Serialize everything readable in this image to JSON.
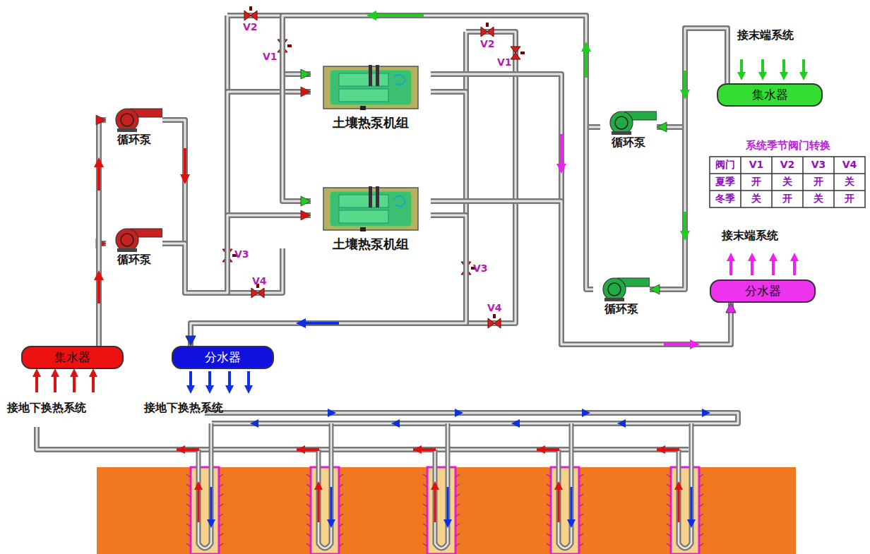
{
  "diagram": {
    "nodes": [
      {
        "text": [
          "土壤热泵机组"
        ]
      },
      {
        "text": [
          "集水器"
        ]
      },
      {
        "text": [
          "循环泵"
        ]
      },
      {
        "text": [
          "循环泵"
        ]
      },
      {
        "text": [
          "土壤热泵机组"
        ]
      },
      {
        "text": [
          "循环泵"
        ]
      },
      {
        "text": [
          "分水器"
        ]
      },
      {
        "text": [
          "循环泵"
        ]
      },
      {
        "text": [
          "集水器"
        ]
      },
      {
        "text": [
          "分水器"
        ]
      }
    ],
    "edges": [
      {
        "from": 8,
        "to": 5,
        "arrow": "to"
      },
      {
        "from": 8,
        "to": 2,
        "arrow": "to"
      },
      {
        "from": 2,
        "to": 0,
        "arrow": "to"
      },
      {
        "from": 5,
        "to": 4,
        "arrow": "to"
      },
      {
        "from": 0,
        "to": 9,
        "arrow": "to"
      },
      {
        "from": 4,
        "to": 9,
        "arrow": "to"
      },
      {
        "from": 1,
        "to": 3,
        "arrow": "to"
      },
      {
        "from": 1,
        "to": 7,
        "arrow": "to"
      },
      {
        "from": 3,
        "to": 0,
        "arrow": "to"
      },
      {
        "from": 7,
        "to": 4,
        "arrow": "to"
      },
      {
        "from": 0,
        "to": 6,
        "arrow": "to"
      },
      {
        "from": 4,
        "to": 6,
        "arrow": "to"
      }
    ],
    "labels": [
      "V2",
      "V1",
      "V2",
      "V1",
      "接末端系统",
      "系统季节阀门转换",
      "阀门",
      "V1",
      "V2",
      "V3",
      "V4",
      "夏季",
      "开",
      "关",
      "开",
      "关",
      "冬季",
      "关",
      "开",
      "关",
      "开",
      "V3",
      "V4",
      "V3",
      "V4",
      "接末端系统",
      "接地下换热系统",
      "接地下换热系统"
    ]
  }
}
